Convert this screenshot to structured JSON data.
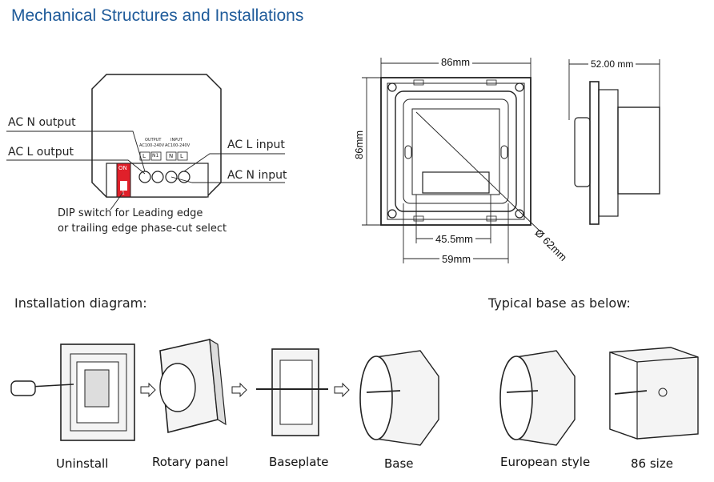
{
  "title": "Mechanical Structures and Installations",
  "wiring": {
    "ac_n_output": "AC N output",
    "ac_l_output": "AC L output",
    "ac_l_input": "AC L input",
    "ac_n_input": "AC N input",
    "dip_line1": "DIP switch for Leading edge",
    "dip_line2": "or trailing edge phase-cut select",
    "output_label": "OUTPUT",
    "output_voltage": "AC100-240V",
    "input_label": "INPUT",
    "input_voltage": "AC100-240V",
    "terminals": [
      "L",
      "N1",
      "N",
      "L"
    ],
    "switch_on": "ON",
    "switch_num": "1"
  },
  "dimensions": {
    "width": "86mm",
    "height": "86mm",
    "depth": "52.00 mm",
    "inner1": "45.5mm",
    "inner2": "59mm",
    "diameter": "Ø 62mm"
  },
  "installation_heading": "Installation diagram:",
  "typical_heading": "Typical base as below:",
  "captions": {
    "uninstall": "Uninstall",
    "rotary": "Rotary panel",
    "baseplate": "Baseplate",
    "base": "Base",
    "european": "European style",
    "size86": "86 size"
  },
  "colors": {
    "title": "#1f5b9a",
    "switch": "#e0202a"
  }
}
